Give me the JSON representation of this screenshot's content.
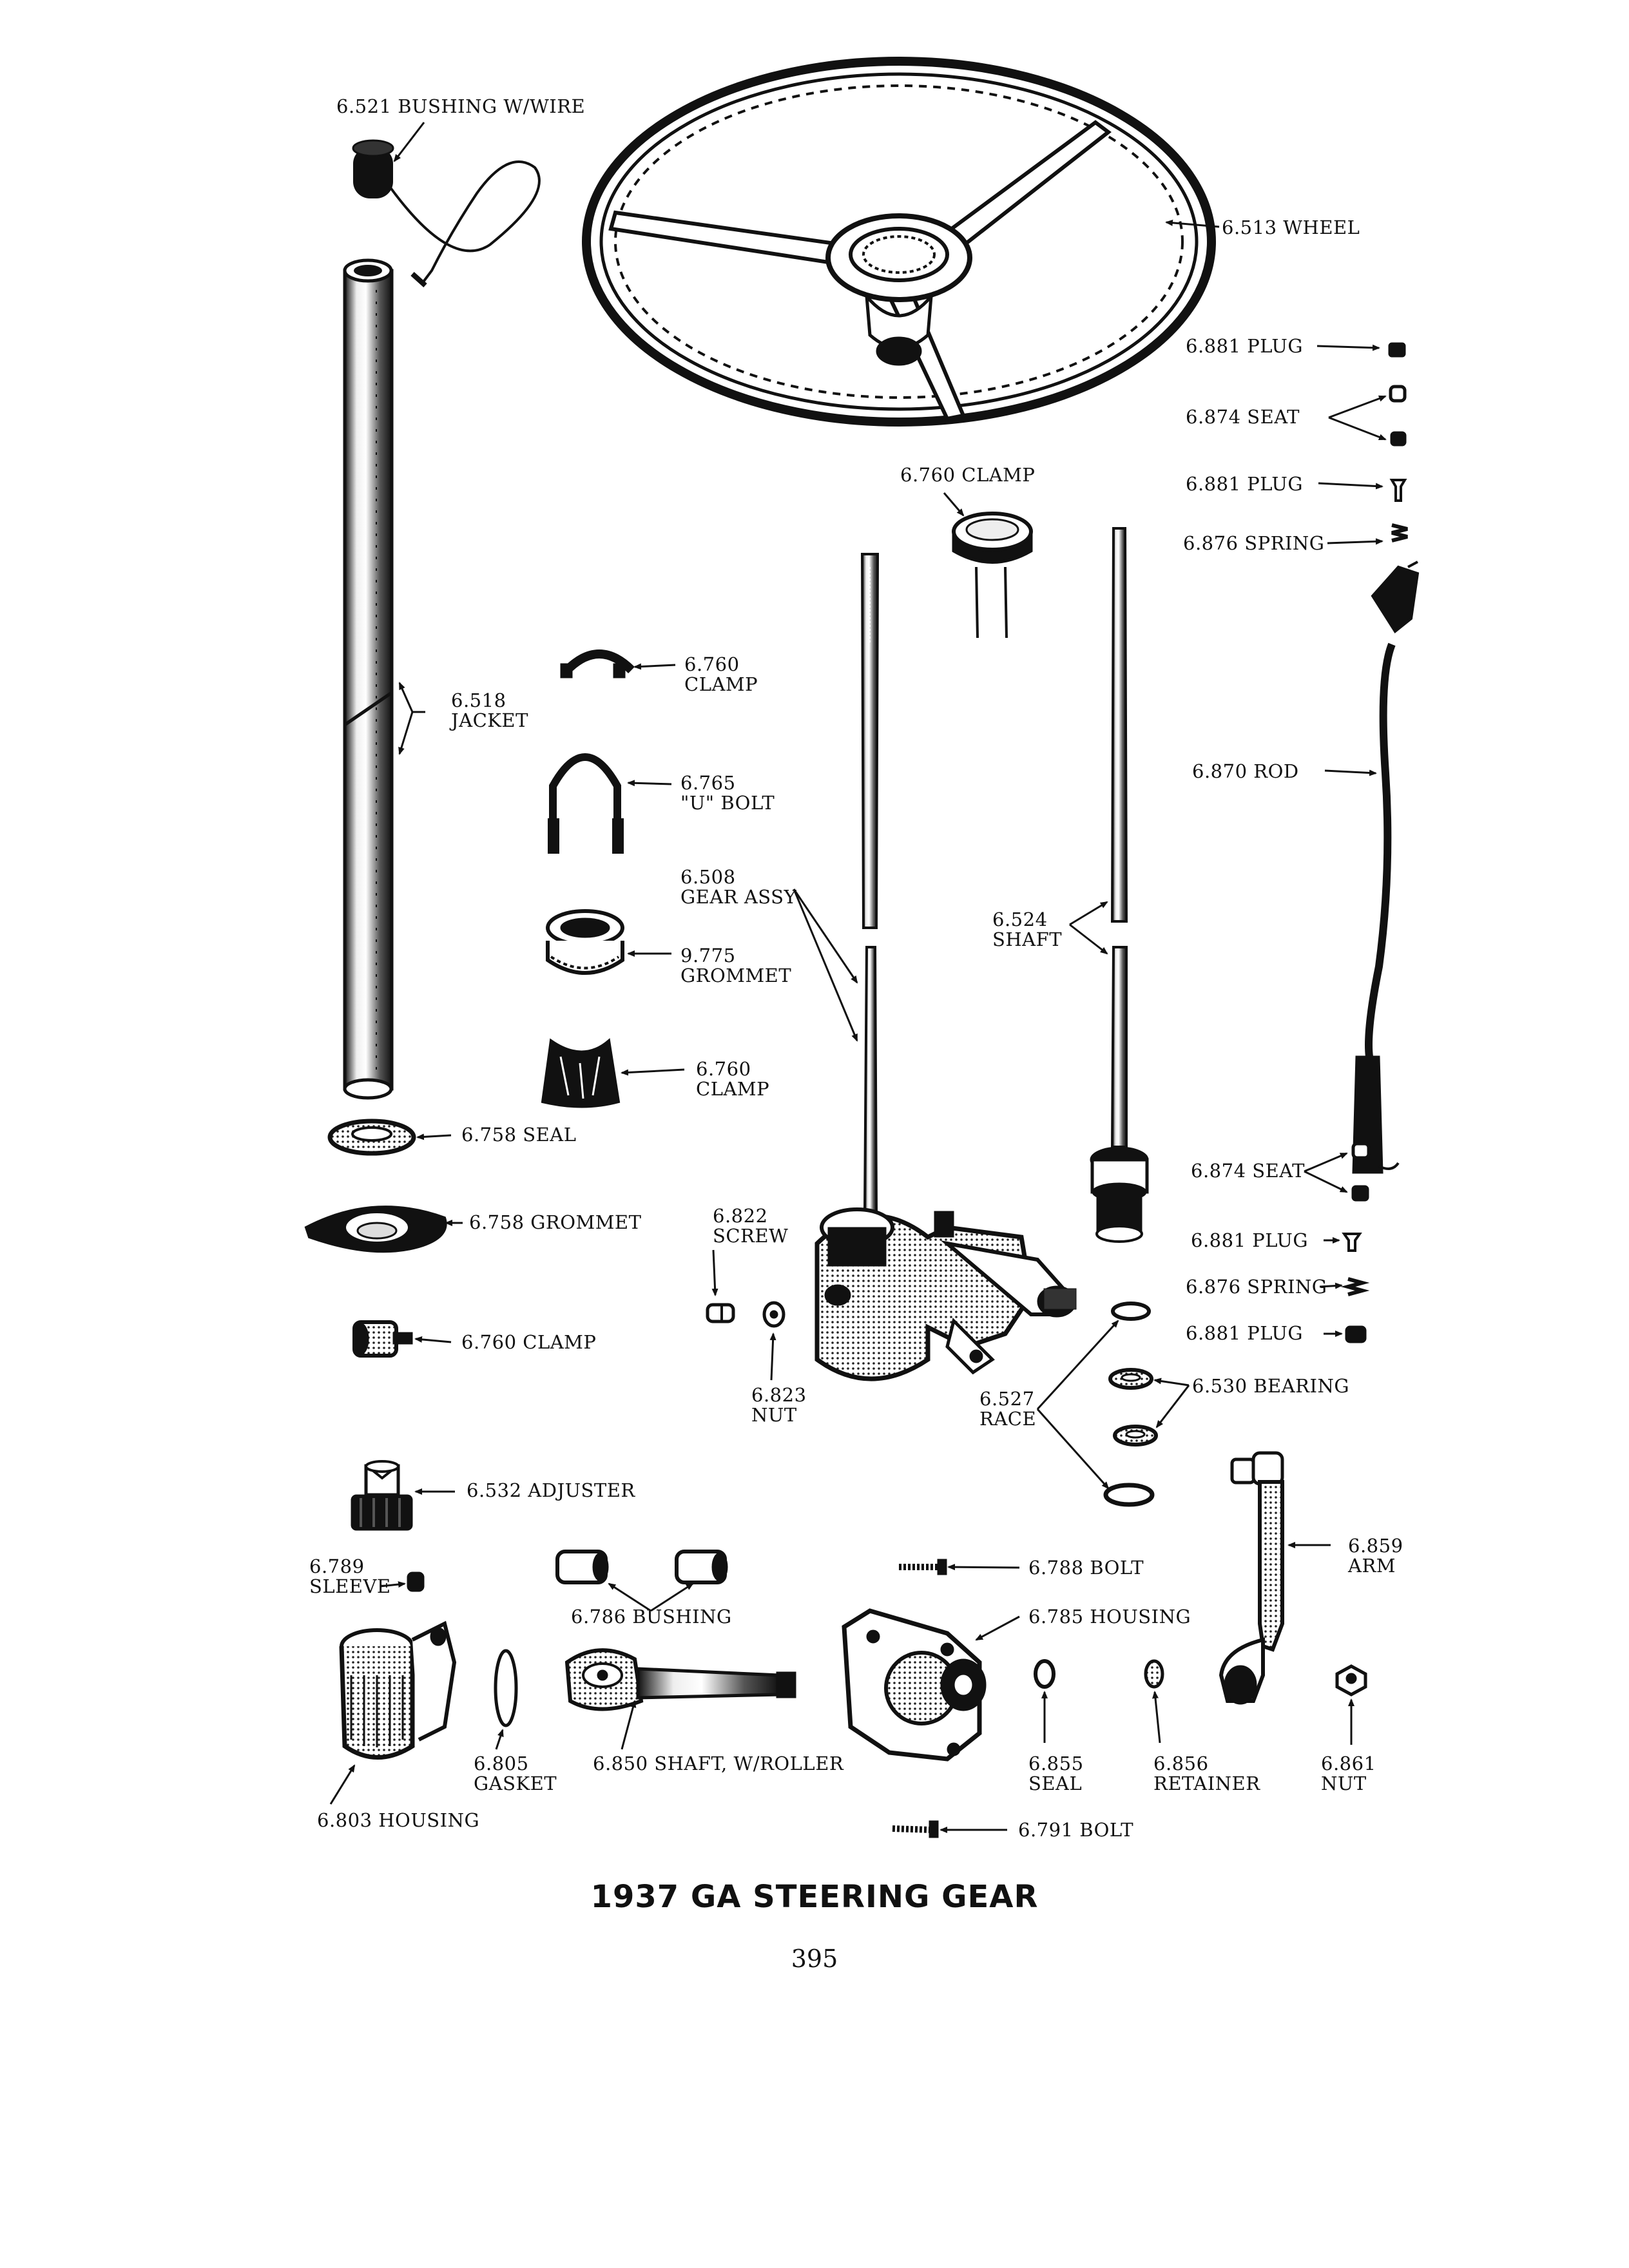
{
  "title": "1937 GA STEERING GEAR",
  "page_number": "395",
  "colors": {
    "ink": "#111111",
    "paper": "#ffffff"
  },
  "parts": [
    {
      "id": "bushing_wire",
      "number": "6.521",
      "name": "BUSHING W/WIRE"
    },
    {
      "id": "wheel",
      "number": "6.513",
      "name": "WHEEL"
    },
    {
      "id": "plug_1",
      "number": "6.881",
      "name": "PLUG"
    },
    {
      "id": "seat_1",
      "number": "6.874",
      "name": "SEAT"
    },
    {
      "id": "plug_2",
      "number": "6.881",
      "name": "PLUG"
    },
    {
      "id": "spring_1",
      "number": "6.876",
      "name": "SPRING"
    },
    {
      "id": "clamp_top",
      "number": "6.760",
      "name": "CLAMP"
    },
    {
      "id": "clamp_1",
      "number": "6.760",
      "name": "CLAMP"
    },
    {
      "id": "jacket",
      "number": "6.518",
      "name": "JACKET"
    },
    {
      "id": "u_bolt",
      "number": "6.765",
      "name": "\"U\" BOLT"
    },
    {
      "id": "rod",
      "number": "6.870",
      "name": "ROD"
    },
    {
      "id": "gear_assy",
      "number": "6.508",
      "name": "GEAR ASSY"
    },
    {
      "id": "shaft",
      "number": "6.524",
      "name": "SHAFT"
    },
    {
      "id": "grommet_1",
      "number": "9.775",
      "name": "GROMMET"
    },
    {
      "id": "clamp_2",
      "number": "6.760",
      "name": "CLAMP"
    },
    {
      "id": "seal_1",
      "number": "6.758",
      "name": "SEAL"
    },
    {
      "id": "seat_2",
      "number": "6.874",
      "name": "SEAT"
    },
    {
      "id": "grommet_2",
      "number": "6.758",
      "name": "GROMMET"
    },
    {
      "id": "screw",
      "number": "6.822",
      "name": "SCREW"
    },
    {
      "id": "plug_3",
      "number": "6.881",
      "name": "PLUG"
    },
    {
      "id": "spring_2",
      "number": "6.876",
      "name": "SPRING"
    },
    {
      "id": "clamp_3",
      "number": "6.760",
      "name": "CLAMP"
    },
    {
      "id": "plug_4",
      "number": "6.881",
      "name": "PLUG"
    },
    {
      "id": "nut_1",
      "number": "6.823",
      "name": "NUT"
    },
    {
      "id": "bearing",
      "number": "6.530",
      "name": "BEARING"
    },
    {
      "id": "race",
      "number": "6.527",
      "name": "RACE"
    },
    {
      "id": "adjuster",
      "number": "6.532",
      "name": "ADJUSTER"
    },
    {
      "id": "arm",
      "number": "6.859",
      "name": "ARM"
    },
    {
      "id": "sleeve",
      "number": "6.789",
      "name": "SLEEVE"
    },
    {
      "id": "bolt_1",
      "number": "6.788",
      "name": "BOLT"
    },
    {
      "id": "bushing",
      "number": "6.786",
      "name": "BUSHING"
    },
    {
      "id": "housing_1",
      "number": "6.785",
      "name": "HOUSING"
    },
    {
      "id": "gasket",
      "number": "6.805",
      "name": "GASKET"
    },
    {
      "id": "shaft_roller",
      "number": "6.850",
      "name": "SHAFT, W/ROLLER"
    },
    {
      "id": "seal_2",
      "number": "6.855",
      "name": "SEAL"
    },
    {
      "id": "retainer",
      "number": "6.856",
      "name": "RETAINER"
    },
    {
      "id": "nut_2",
      "number": "6.861",
      "name": "NUT"
    },
    {
      "id": "housing_2",
      "number": "6.803",
      "name": "HOUSING"
    },
    {
      "id": "bolt_2",
      "number": "6.791",
      "name": "BOLT"
    }
  ]
}
